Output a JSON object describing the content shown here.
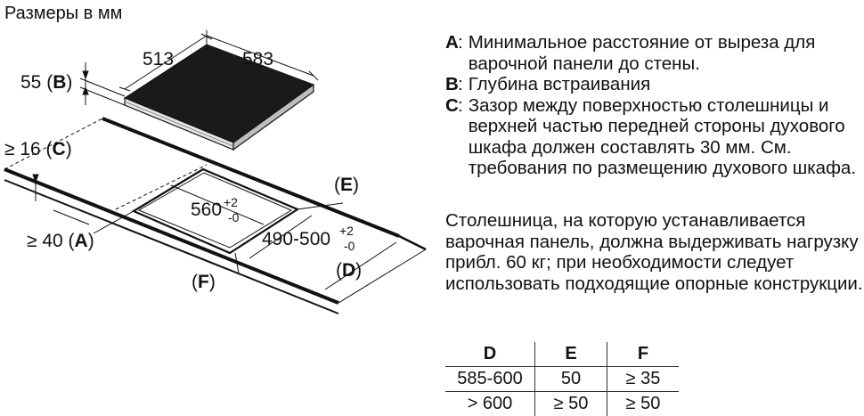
{
  "title": "Размеры в мм",
  "dimensions": {
    "depth": "513",
    "width": "583",
    "height_b_value": "55",
    "height_b_key": "B",
    "gap_c_prefix": "≥ 16",
    "gap_c_key": "C",
    "dist_a_prefix": "≥ 40",
    "dist_a_key": "A",
    "cutout_width": "560",
    "cutout_width_tol_plus": "+2",
    "cutout_width_tol_minus": "-0",
    "cutout_depth": "490-500",
    "cutout_depth_tol_plus": "+2",
    "cutout_depth_tol_minus": "-0",
    "label_e": "E",
    "label_d": "D",
    "label_f": "F"
  },
  "legend": [
    {
      "key": "A",
      "text": "Минимальное расстояние от выреза для варочной панели до стены."
    },
    {
      "key": "B",
      "text": "Глубина встраивания"
    },
    {
      "key": "C",
      "text": "Зазор между поверхностью столешницы и верхней частью передней стороны духового шкафа должен составлять 30 мм. См. требования по размещению духового шкафа."
    }
  ],
  "note": "Столешница, на которую устанавливается варочная панель, должна выдерживать нагрузку прибл. 60 кг; при необходимости следует использовать подходящие опорные конструкции.",
  "table": {
    "headers": [
      "D",
      "E",
      "F"
    ],
    "rows": [
      [
        "585-600",
        "50",
        "≥ 35"
      ],
      [
        "> 600",
        "≥ 50",
        "≥ 50"
      ]
    ]
  }
}
